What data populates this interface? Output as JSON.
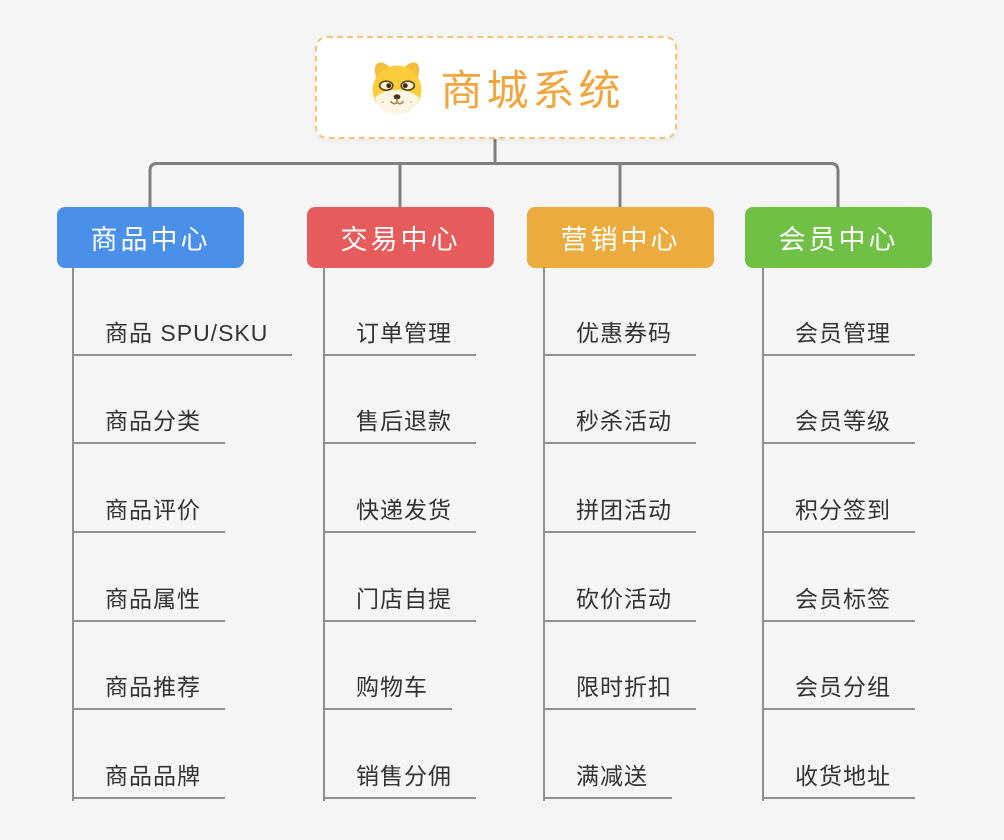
{
  "root": {
    "title": "商城系统",
    "icon": "shiba-dog-icon"
  },
  "branches": [
    {
      "label": "商品中心",
      "color": "#4a90e8",
      "items": [
        "商品 SPU/SKU",
        "商品分类",
        "商品评价",
        "商品属性",
        "商品推荐",
        "商品品牌"
      ]
    },
    {
      "label": "交易中心",
      "color": "#e65c5c",
      "items": [
        "订单管理",
        "售后退款",
        "快递发货",
        "门店自提",
        "购物车",
        "销售分佣"
      ]
    },
    {
      "label": "营销中心",
      "color": "#ecab3e",
      "items": [
        "优惠券码",
        "秒杀活动",
        "拼团活动",
        "砍价活动",
        "限时折扣",
        "满减送"
      ]
    },
    {
      "label": "会员中心",
      "color": "#6fc044",
      "items": [
        "会员管理",
        "会员等级",
        "积分签到",
        "会员标签",
        "会员分组",
        "收货地址"
      ]
    }
  ],
  "colors": {
    "background": "#f5f5f5",
    "connector": "#7f7f7f",
    "branch_line": "#909090",
    "item_text": "#333333",
    "root_text": "#f0a53d",
    "root_border": "#f3c377",
    "header_text": "#ffffff"
  }
}
